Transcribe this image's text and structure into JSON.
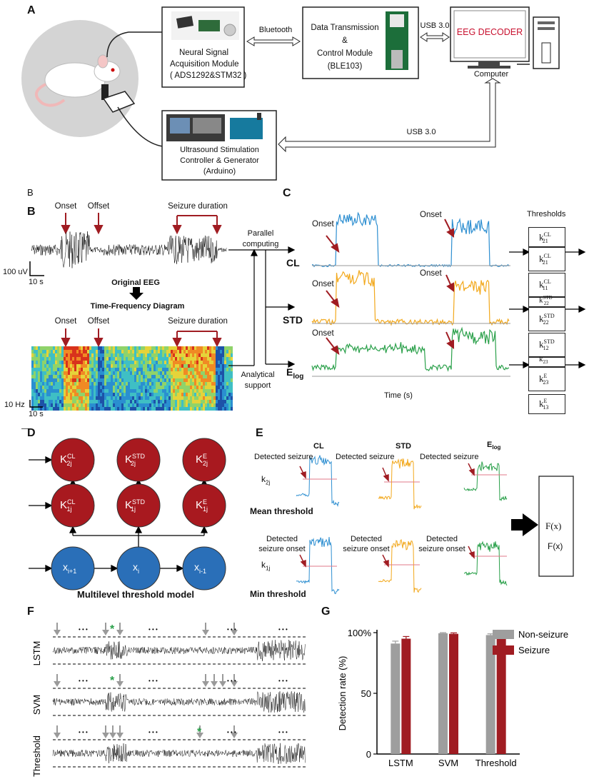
{
  "panels": {
    "a": "A",
    "b_small": "B",
    "b": "B",
    "c": "C",
    "d": "D",
    "e": "E",
    "f": "F",
    "g": "G"
  },
  "panel_a": {
    "acq_line1": "Neural Signal",
    "acq_line2": "Acquisition Module",
    "acq_line3": "( ADS1292&STM32 )",
    "bluetooth": "Bluetooth",
    "dt_line1": "Data Transmission",
    "dt_line2": "&",
    "dt_line3": "Control Module",
    "dt_line4": "(BLE103)",
    "usb_top": "USB 3.0",
    "eeg_decoder": "EEG DECODER",
    "computer": "Computer",
    "usb_bottom": "USB 3.0",
    "us_line1": "Ultrasound Stimulation",
    "us_line2": "Controller & Generator",
    "us_line3": "(Arduino)"
  },
  "panel_b": {
    "onset": "Onset",
    "offset": "Offset",
    "seizure_duration": "Seizure duration",
    "scale_v": "100 uV",
    "scale_t": "10 s",
    "original_eeg": "Original EEG",
    "tfd": "Time-Frequency Diagram",
    "scale_hz": "10 Hz",
    "scale_t2": "10 s",
    "parallel": "Parallel",
    "computing": "computing",
    "analytical": "Analytical",
    "support": "support"
  },
  "panel_c": {
    "onset": "Onset",
    "cl": "CL",
    "std": "STD",
    "elog_main": "E",
    "elog_sub": "log",
    "time": "Time (s)",
    "thresholds": "Thresholds",
    "th": [
      {
        "k": "k",
        "sup": "CL",
        "sub": "21"
      },
      {
        "k": "k",
        "sup": "CL",
        "sub": "21"
      },
      {
        "k": "k",
        "sup": "CL",
        "sub": "11"
      },
      {
        "k": "k",
        "sup": "STD",
        "sub": "22"
      },
      {
        "k": "k",
        "sup": "STD",
        "sub": "22"
      },
      {
        "k": "k",
        "sup": "STD",
        "sub": "12"
      },
      {
        "k": "k",
        "sup": "",
        "sub": "23"
      },
      {
        "k": "k",
        "sup": "E",
        "sub": "23"
      },
      {
        "k": "k",
        "sup": "E",
        "sub": "13"
      }
    ]
  },
  "panel_d": {
    "top": [
      {
        "k": "K",
        "sup": "CL",
        "sub": "2j"
      },
      {
        "k": "K",
        "sup": "STD",
        "sub": "2j"
      },
      {
        "k": "K",
        "sup": "E",
        "sub": "2j"
      }
    ],
    "mid": [
      {
        "k": "K",
        "sup": "CL",
        "sub": "1j"
      },
      {
        "k": "K",
        "sup": "STD",
        "sub": "1j"
      },
      {
        "k": "K",
        "sup": "E",
        "sub": "1j"
      }
    ],
    "bottom": [
      {
        "k": "x",
        "sub": "i+1"
      },
      {
        "k": "x",
        "sub": "i"
      },
      {
        "k": "x",
        "sub": "i-1"
      }
    ],
    "caption": "Multilevel threshold model"
  },
  "panel_e": {
    "cl": "CL",
    "std": "STD",
    "elog_main": "E",
    "elog_sub": "log",
    "detected_seizure": "Detected seizure",
    "detected": "Detected",
    "seizure_onset": "seizure onset",
    "k2j_main": "k",
    "k2j_sub": "2j",
    "k1j_main": "k",
    "k1j_sub": "1j",
    "mean_threshold": "Mean threshold",
    "min_threshold": "Min threshold",
    "fx1": "F(x)",
    "fx2": "F(x)"
  },
  "panel_f": {
    "rows": [
      "LSTM",
      "SVM",
      "Threshold"
    ],
    "dots": "• • •",
    "star": "*"
  },
  "chart_data": {
    "type": "bar",
    "categories": [
      "LSTM",
      "SVM",
      "Threshold"
    ],
    "series": [
      {
        "name": "Non-seizure",
        "values": [
          91,
          99.5,
          98
        ],
        "errors": [
          2,
          0.5,
          1
        ],
        "color": "#9e9e9e"
      },
      {
        "name": "Seizure",
        "values": [
          95,
          99,
          99.5
        ],
        "errors": [
          1.8,
          0.8,
          0.3
        ],
        "color": "#a01c22"
      }
    ],
    "ylabel": "Detection rate (%)",
    "yticks": [
      "0",
      "50",
      "100%"
    ],
    "ylim": [
      0,
      100
    ],
    "legend": "top-right"
  }
}
